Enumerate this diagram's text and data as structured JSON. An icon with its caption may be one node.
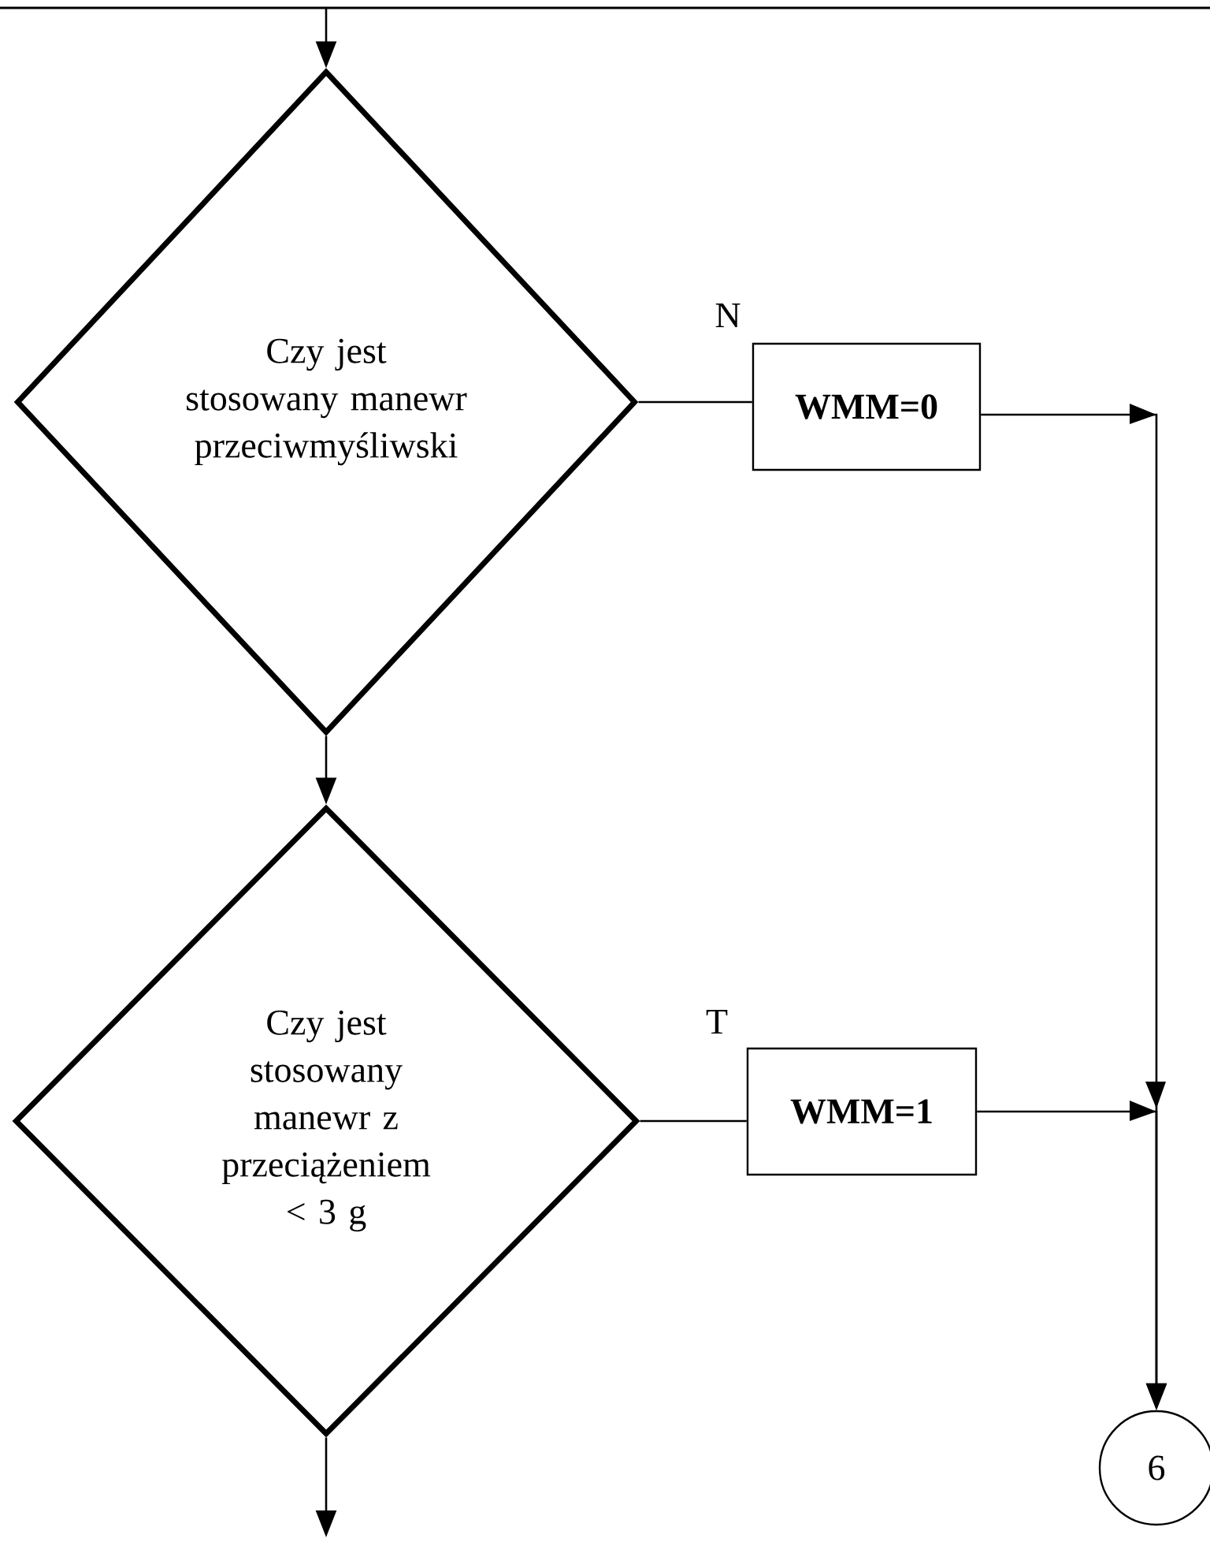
{
  "diagram": {
    "nodes": [
      {
        "text": [
          "Czy jest stosowany manewr przeciwmyśliwski"
        ]
      },
      {
        "text": [
          "WMM=0"
        ]
      },
      {
        "text": [
          "Czy jest stosowany manewr z przeciążeniem < 3 g"
        ]
      },
      {
        "text": [
          "WMM=1"
        ]
      },
      {
        "text": [
          "6"
        ]
      }
    ],
    "edges": [
      {
        "from": null,
        "to": 0,
        "arrow": "to"
      },
      {
        "from": 0,
        "to": 1,
        "arrow": "none",
        "label": "N"
      },
      {
        "from": 1,
        "to": 4,
        "arrow": "to"
      },
      {
        "from": 0,
        "to": 2,
        "arrow": "to"
      },
      {
        "from": 2,
        "to": 3,
        "arrow": "none",
        "label": "T"
      },
      {
        "from": 3,
        "to": 4,
        "arrow": "to"
      },
      {
        "from": 2,
        "to": null,
        "arrow": "to"
      }
    ]
  }
}
